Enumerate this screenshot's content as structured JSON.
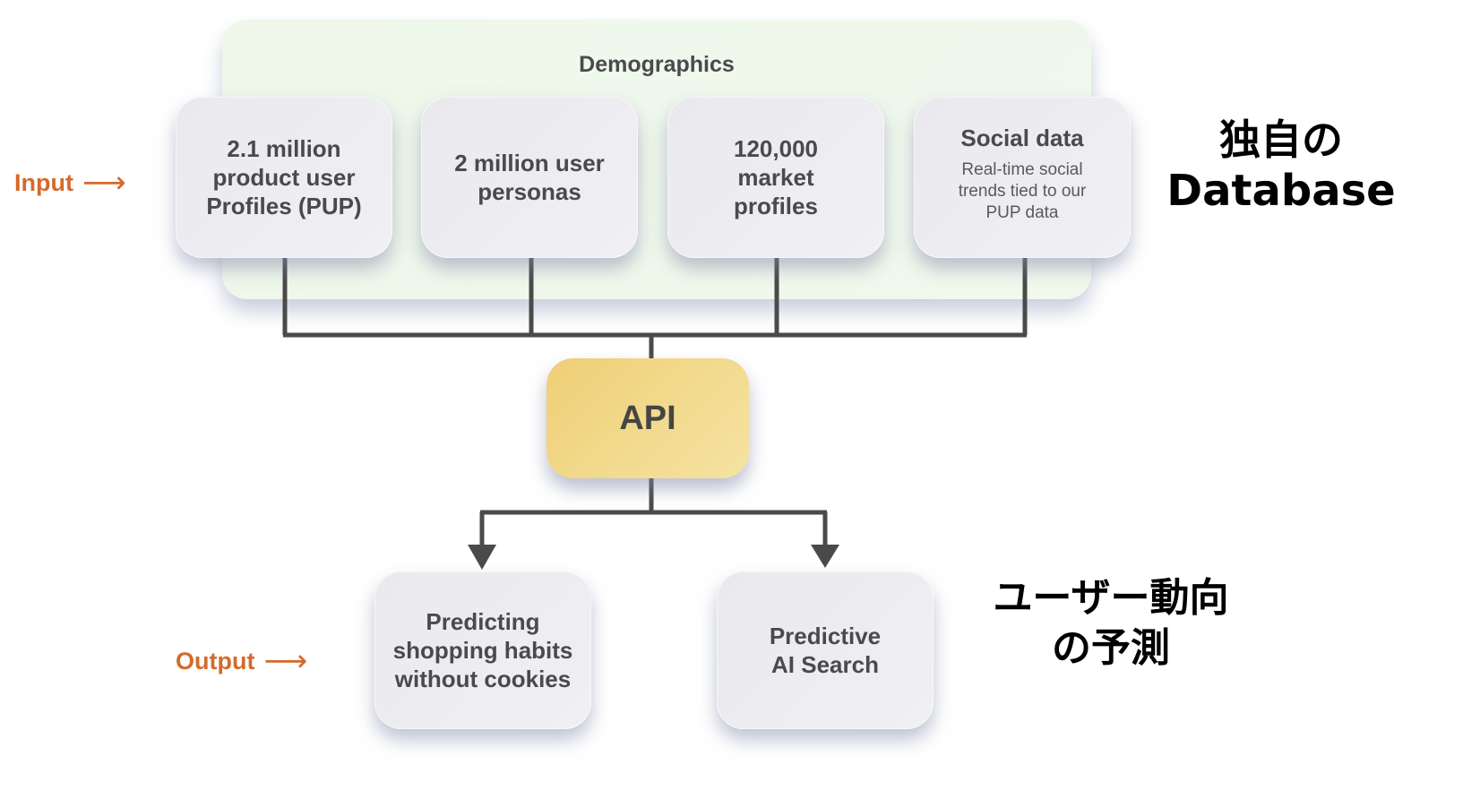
{
  "panel": {
    "title": "Demographics"
  },
  "inputs": [
    {
      "main": "2.1 million\nproduct user\nProfiles (PUP)"
    },
    {
      "main": "2 million user\npersonas"
    },
    {
      "main": "120,000\nmarket\nprofiles"
    },
    {
      "main": "Social data",
      "sub": "Real-time social\ntrends tied to our\nPUP data"
    }
  ],
  "api": {
    "label": "API"
  },
  "outputs": [
    {
      "main": "Predicting\nshopping habits\nwithout cookies"
    },
    {
      "main": "Predictive\nAI Search"
    }
  ],
  "labels": {
    "input": "Input",
    "output": "Output",
    "arrow": "⟶"
  },
  "annotations": {
    "database_line1": "独自の",
    "database_line2": "Database",
    "prediction_line1": "ユーザー動向",
    "prediction_line2": "の予測"
  },
  "colors": {
    "accent": "#d46a2c",
    "api": "#f0d27e",
    "panel": "#eef7ea",
    "connector": "#4a4a4a"
  }
}
